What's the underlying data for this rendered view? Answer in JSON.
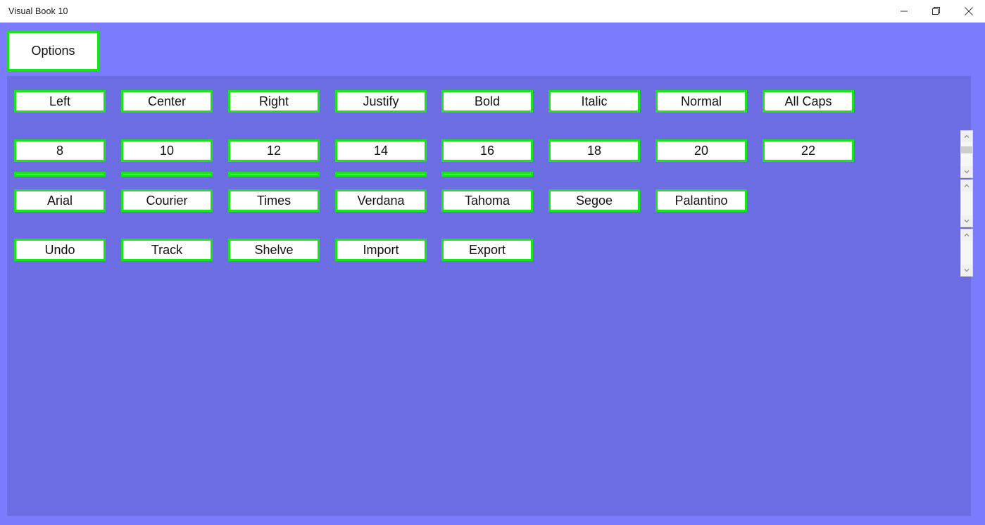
{
  "window": {
    "title": "Visual Book 10",
    "controls": [
      {
        "name": "minimize-button",
        "icon": "minimize-icon"
      },
      {
        "name": "restore-button",
        "icon": "restore-icon"
      },
      {
        "name": "close-button",
        "icon": "close-icon"
      }
    ]
  },
  "theme": {
    "header_background": "#7b7bfd",
    "panel_background": "#6c6ce3",
    "button_border": "#15e715",
    "button_background": "#ffffff",
    "button_text": "#111111",
    "titlebar_background": "#ffffff"
  },
  "toolbar": {
    "options_label": "Options"
  },
  "rows": {
    "alignment": {
      "name": "alignment-row",
      "buttons": [
        "Left",
        "Center",
        "Right",
        "Justify",
        "Bold",
        "Italic",
        "Normal",
        "All Caps"
      ]
    },
    "size": {
      "name": "font-size-row",
      "buttons": [
        "8",
        "10",
        "12",
        "14",
        "16",
        "18",
        "20",
        "22"
      ]
    },
    "font": {
      "name": "font-family-row",
      "buttons": [
        "Arial",
        "Courier",
        "Times",
        "Verdana",
        "Tahoma",
        "Segoe",
        "Palantino"
      ]
    },
    "actions": {
      "name": "actions-row",
      "buttons": [
        "Undo",
        "Track",
        "Shelve",
        "Import",
        "Export"
      ]
    },
    "collapsed": {
      "name": "collapsed-widgets-row",
      "count": 5
    }
  },
  "scrollbars": [
    {
      "name": "scrollbar-1",
      "thumb_visible": true,
      "thumb_top_pct": 17,
      "thumb_height_pct": 30
    },
    {
      "name": "scrollbar-2",
      "thumb_visible": false,
      "thumb_top_pct": 0,
      "thumb_height_pct": 0
    },
    {
      "name": "scrollbar-3",
      "thumb_visible": false,
      "thumb_top_pct": 0,
      "thumb_height_pct": 0
    }
  ]
}
